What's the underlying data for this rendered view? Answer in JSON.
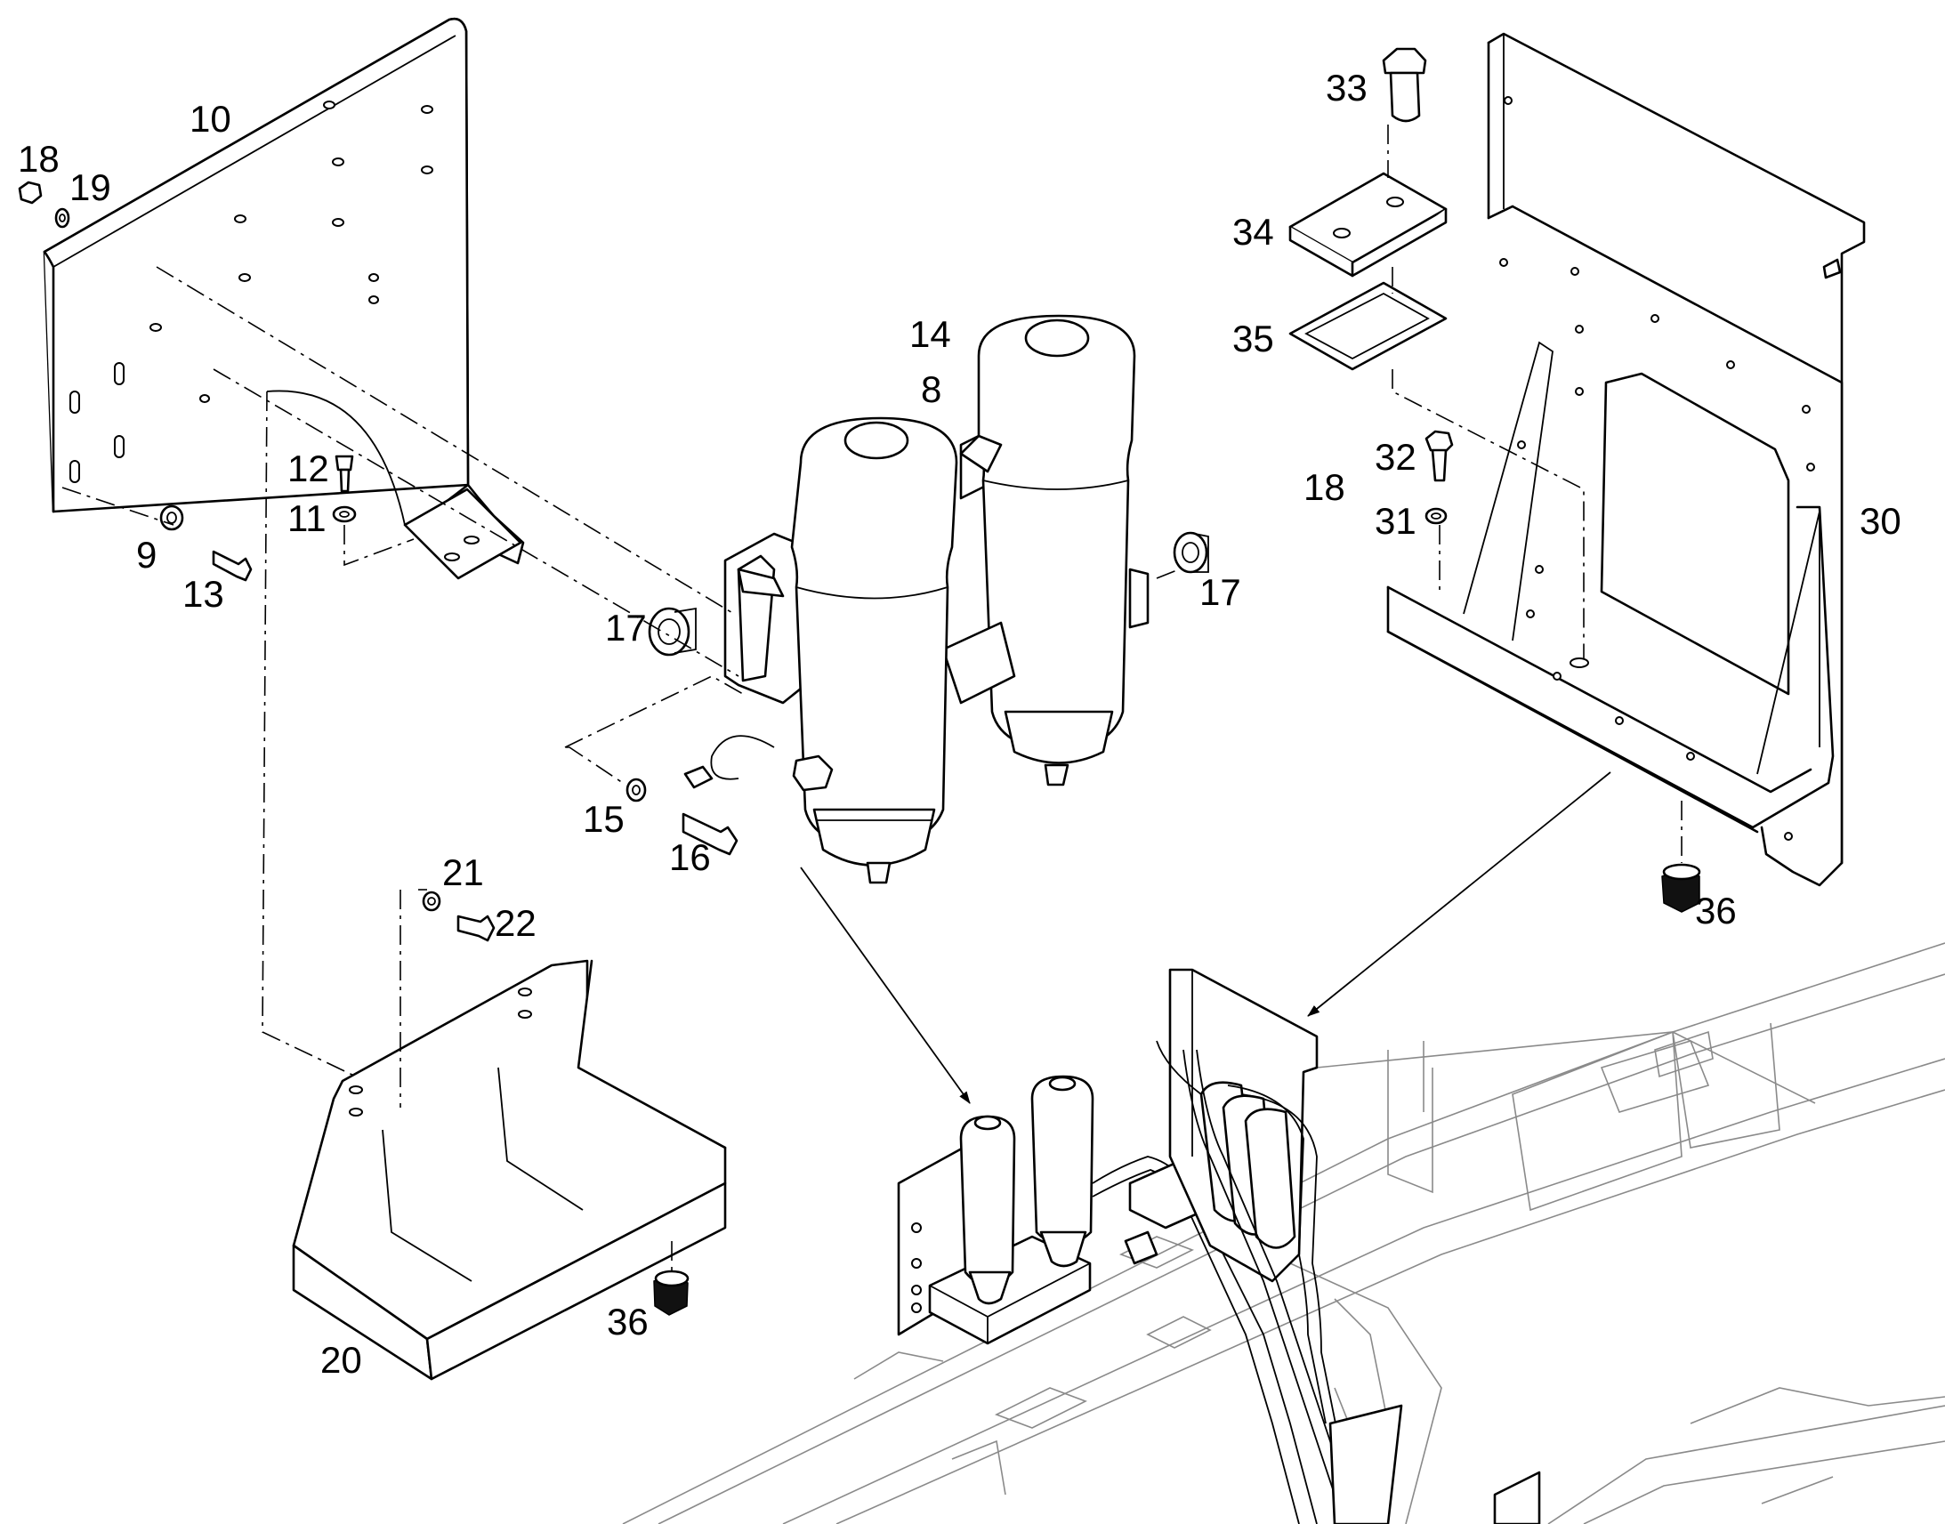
{
  "diagram": {
    "labels": {
      "n10": "10",
      "n18a": "18",
      "n19": "19",
      "n12": "12",
      "n11": "11",
      "n9": "9",
      "n13": "13",
      "n14": "14",
      "n8": "8",
      "n17a": "17",
      "n17b": "17",
      "n15": "15",
      "n16": "16",
      "n21": "21",
      "n22": "22",
      "n20": "20",
      "n36a": "36",
      "n33": "33",
      "n34": "34",
      "n35": "35",
      "n32": "32",
      "n18b": "18",
      "n31": "31",
      "n30": "30",
      "n36b": "36"
    }
  }
}
